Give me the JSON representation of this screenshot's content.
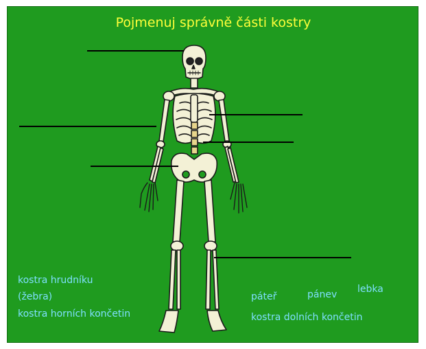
{
  "title": "Pojmenuj správně části kostry",
  "words": {
    "kostra_hrudniku": "kostra hrudníku",
    "zebra": "(žebra)",
    "kostra_hornich": "kostra horních končetin",
    "pater": "páteř",
    "panev": "pánev",
    "lebka": "lebka",
    "kostra_dolnich": "kostra dolních končetin"
  },
  "colors": {
    "board": "#1f9b1f",
    "title": "#ffff3a",
    "words": "#7fe0ff",
    "bone": "#f3f1d6",
    "bone_outline": "#1a1a1a",
    "lines": "#000000"
  }
}
